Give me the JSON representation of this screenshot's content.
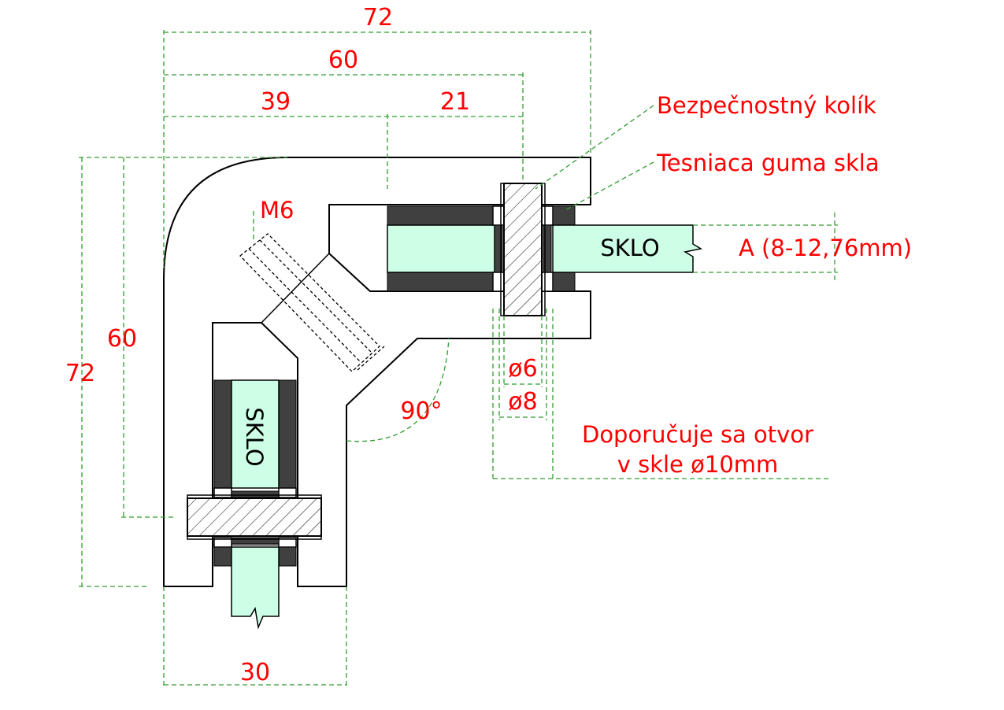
{
  "colors": {
    "annotation": "#ff0000",
    "guide_lines": "#2f9e2f",
    "glass_fill": "#ccffe6",
    "rubber_fill": "#404040",
    "outline": "#000000"
  },
  "dimensions": {
    "top_total": "72",
    "top_60": "60",
    "top_39": "39",
    "top_21": "21",
    "left_outer": "72",
    "left_inner": "60",
    "bottom_width": "30",
    "angle": "90°",
    "pin_diameter": "ø6",
    "hole_diameter": "ø8"
  },
  "labels": {
    "safety_pin": "Bezpečnostný kolík",
    "glass_seal": "Tesniaca guma skla",
    "thread": "M6",
    "thickness": "A (8-12,76mm)",
    "hole_note_line1": "Doporučuje sa otvor",
    "hole_note_line2": "v skle ø10mm"
  },
  "glass": {
    "horizontal": "SKLO",
    "vertical": "SKLO"
  }
}
